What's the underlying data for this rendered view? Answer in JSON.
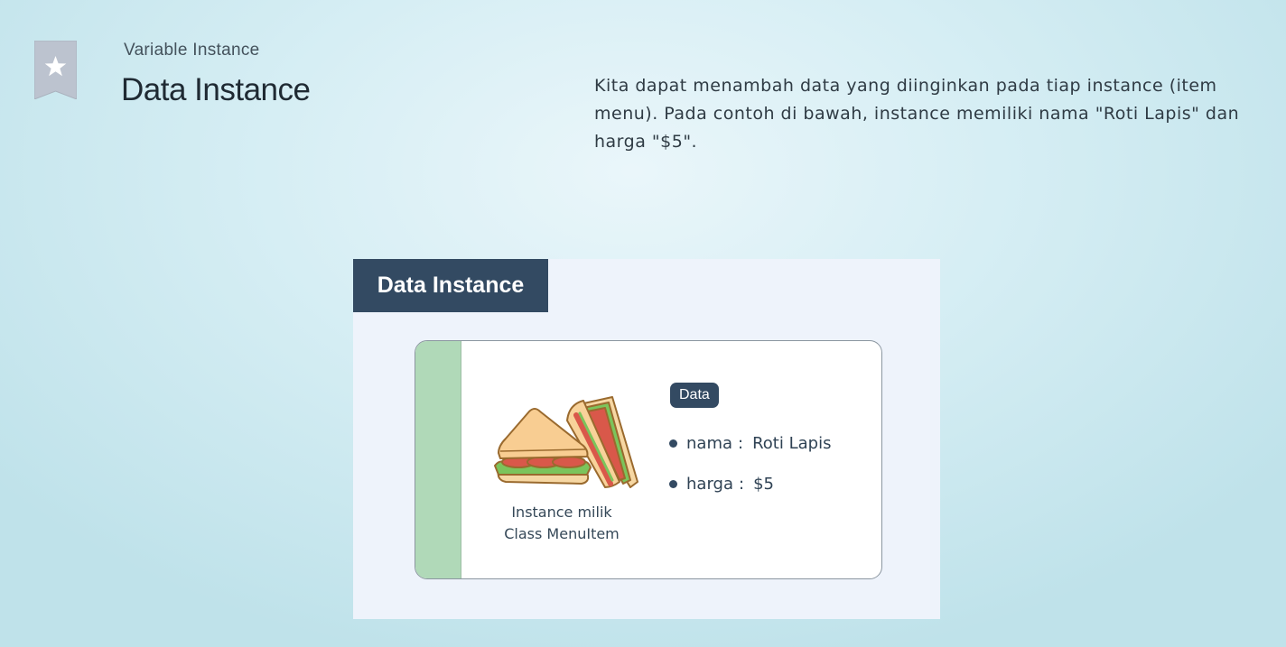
{
  "header": {
    "bookmark_icon": "bookmark-star-icon",
    "subtitle": "Variable Instance",
    "title": "Data Instance"
  },
  "description": "Kita dapat menambah data yang diinginkan pada tiap instance (item menu). Pada contoh di bawah, instance memiliki nama \"Roti Lapis\" dan harga \"$5\".",
  "panel": {
    "header": "Data Instance",
    "card": {
      "image_icon": "sandwich-illustration",
      "caption_line1": "Instance milik",
      "caption_line2": "Class MenuItem",
      "badge": "Data",
      "items": [
        {
          "key": "nama",
          "separator": ":",
          "value": "Roti Lapis"
        },
        {
          "key": "harga",
          "separator": ":",
          "value": "$5"
        }
      ]
    }
  },
  "colors": {
    "accent_dark": "#334a62",
    "strip_green": "#b0d9b8",
    "panel_bg": "#eef3fb"
  }
}
